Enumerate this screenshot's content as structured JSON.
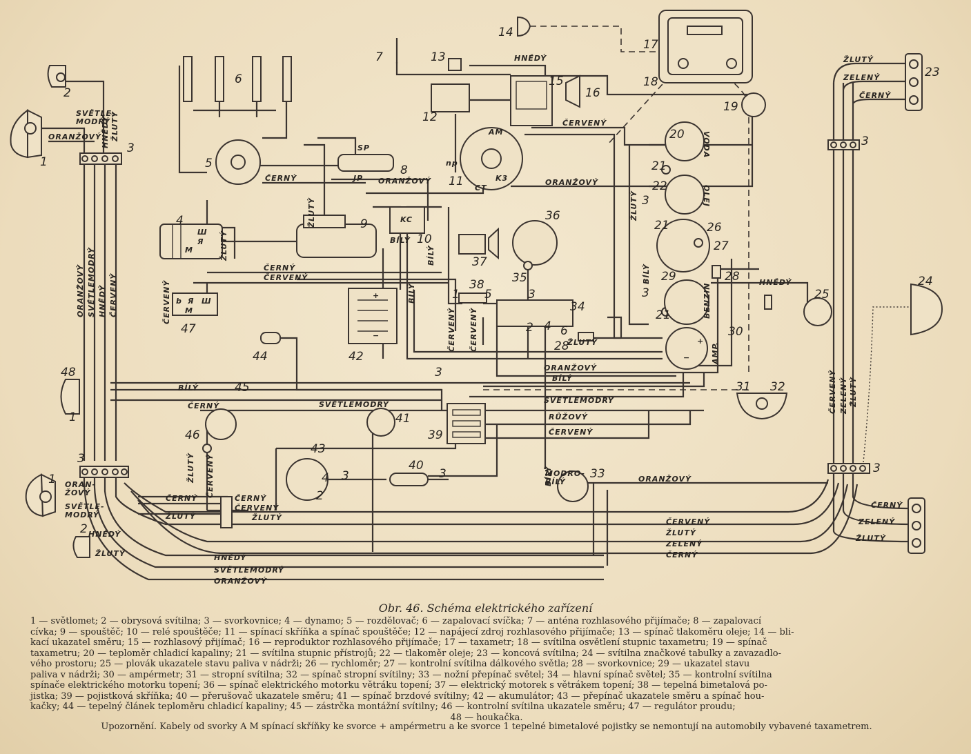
{
  "caption": "Obr. 46. Schéma elektrického zařízení",
  "legend_lines": [
    "1 — světlomet; 2 — obrysová svítilna; 3 — svorkovnice; 4 — dynamo; 5 — rozdělovač; 6 — zapalovací svíčka; 7 — anténa rozhlasového přijímače; 8 — zapalovací",
    "cívka; 9 — spouštěč; 10 — relé spouštěče; 11 — spínací skříňka a spínač spouštěče; 12 — napájecí zdroj rozhlasového přijímače; 13 — spínač tlakoměru oleje; 14 — bli-",
    "kací ukazatel směru; 15 — rozhlasový přijímač; 16 — reproduktor rozhlasového přijímače; 17 — taxametr; 18 — svítilna osvětlení stupnic taxametru; 19 — spínač",
    "taxametru; 20 — teploměr chladicí kapaliny; 21 — svítilna stupnic přístrojů; 22 — tlakoměr oleje; 23 — koncová svítilna; 24 — svítilna značkové tabulky a zavazadlo-",
    "vého prostoru; 25 — plovák ukazatele stavu paliva v nádrži; 26 — rychloměr; 27 — kontrolní svítilna dálkového světla; 28 — svorkovnice; 29 — ukazatel stavu",
    "paliva v nádrži; 30 — ampérmetr; 31 — stropní svítilna; 32 — spínač stropní svítilny; 33 — nožní přepínač světel; 34 — hlavní spínač světel; 35 — kontrolní svítilna",
    "spínače elektrického motorku topení; 36 — spínač elektrického motorku větráku topení; 37 — elektrický motorek s větrákem topení; 38 — tepelná bimetalová po-",
    "jistka; 39 — pojistková skříňka; 40 — přerušovač ukazatele směru; 41 — spínač brzdové svítilny; 42 — akumulátor; 43 — přepínač ukazatele směru a spínač hou-",
    "kačky; 44 — tepelný článek teploměru chladicí kapaliny; 45 — zástrčka montážní svítilny; 46 — kontrolní svítilna ukazatele směru; 47 — regulátor proudu;",
    "48 — houkačka."
  ],
  "note": "Upozornění. Kabely od svorky A M spínací skříňky ke svorce + ampérmetru a ke svorce 1 tepelné bimetalové pojistky se nemontují na automobily vybavené taxametrem.",
  "labels": {
    "n1a": "1",
    "n2a": "2",
    "n3a": "3",
    "n4": "4",
    "n5": "5",
    "n6": "6",
    "n7": "7",
    "n8": "8",
    "n9": "9",
    "n10": "10",
    "n11": "11",
    "n12": "12",
    "n13": "13",
    "n14": "14",
    "n15": "15",
    "n16": "16",
    "n17": "17",
    "n18": "18",
    "n19": "19",
    "n20": "20",
    "n21a": "21",
    "n21b": "21",
    "n21c": "21",
    "n22": "22",
    "n23": "23",
    "n24": "24",
    "n25": "25",
    "n26": "26",
    "n27": "27",
    "n28a": "28",
    "n28b": "28",
    "n29": "29",
    "n30": "30",
    "n31": "31",
    "n32": "32",
    "n33": "33",
    "n34": "34",
    "n35": "35",
    "n36": "36",
    "n37": "37",
    "n38": "38",
    "n39": "39",
    "n40": "40",
    "n41": "41",
    "n42": "42",
    "n43": "43",
    "n44": "44",
    "n45": "45",
    "n46": "46",
    "n47": "47",
    "n48": "48",
    "n1b": "1",
    "n2b": "2",
    "n3b": "3",
    "n3c": "3",
    "n3d": "3",
    "n3e": "3",
    "n3f": "3",
    "n3g": "3",
    "n3h": "3",
    "n3i": "3",
    "n5b": "5",
    "n6b": "6",
    "n1c": "1",
    "n2c": "2",
    "n4b": "4",
    "n3j": "3",
    "n2d": "2",
    "n4c": "4",
    "n1d": "1",
    "t_am": "AM",
    "t_np": "np",
    "t_ct": "CT",
    "t_k3": "K3",
    "t_sp": "SP",
    "t_jp": "JP",
    "t_kc": "KC",
    "t_m1": "M",
    "t_sh1": "Ш",
    "t_ya1": "Я",
    "t_b": "b",
    "t_ya2": "Я",
    "t_sh2": "Ш",
    "t_m2": "M",
    "t_voda": "VODA",
    "t_olej": "OLEJ",
    "t_benzin": "BENZIN",
    "t_amp": "AMP.",
    "t_plus": "+",
    "t_minus": "−",
    "t_plus2": "+",
    "t_minus2": "−",
    "w_hnedy1": "HNĚDÝ",
    "w_cerveny1": "ČERVENÝ",
    "w_oranzovy1": "ORANŽOVÝ",
    "w_cerny1": "ČERNÝ",
    "w_oranzovy2": "ORANŽOVÝ",
    "w_svetlemodry1": "SVĚTLE-",
    "w_svetlemodry1b": "MODRÝ",
    "w_oranzovy3": "ORANŽOVÝ",
    "w_hnedy2": "HNĚDÝ",
    "w_zluty1": "ŽLUTÝ",
    "w_zluty2": "ŽLUTÝ",
    "w_zeleny1": "ZELENÝ",
    "w_cerny2": "ČERNÝ",
    "w_zluty3": "ŽLUTÝ",
    "w_zluty4": "ŽLUTÝ",
    "w_bily1": "BÍLÝ",
    "w_bily2": "BÍLÝ",
    "w_cerny3": "ČERNÝ",
    "w_cerveny2": "ČERVENÝ",
    "w_cerveny3": "ČERVENÝ",
    "w_cerveny4": "ČERVENÝ",
    "w_zluty5": "ŽLUTÝ",
    "w_bily3": "BÍLÝ",
    "w_bily4": "BÍLÝ",
    "w_hnedy3": "HNĚDÝ",
    "w_cerveny5": "ČERVENÝ",
    "w_cerveny6": "ČERVENÝ",
    "w_zluty6": "ŽLUTÝ",
    "w_oranzovy4": "ORANŽOVÝ",
    "w_bily5": "BÍLÝ",
    "w_bily6": "BÍLÝ",
    "w_svetlemodry2": "SVĚTLEMODRÝ",
    "w_svetlemodry3": "SVĚTLEMODRÝ",
    "w_ruzovy": "RŮŽOVÝ",
    "w_cerveny7": "ČERVENÝ",
    "w_cerny4": "ČERNÝ",
    "w_svetlemodry4": "SVĚTLEMODRÝ",
    "w_zluty7": "ŽLUTÝ",
    "w_cerveny8": "ČERVENÝ",
    "w_cerny5": "ČERNÝ",
    "w_cerveny9": "ČERVENÝ",
    "w_zluty8": "ŽLUTÝ",
    "w_oranzovy5": "ORANŽOVÝ",
    "w_svetle2": "SVĚTLE-",
    "w_modry2": "MODRÝ",
    "w_hnedy4": "HNĚDÝ",
    "w_zluty9": "ŽLUTÝ",
    "w_modrobily1": "MODRO-",
    "w_modrobily2": "BÍLÝ",
    "w_bily7": "BÍLÝ",
    "w_oranzovy6": "ORANŽOVÝ",
    "w_cerveny10": "ČERVENÝ",
    "w_zluty10": "ŽLUTÝ",
    "w_zeleny2": "ZELENÝ",
    "w_cerny6": "ČERNÝ",
    "w_hnedy5": "HNĚDÝ",
    "w_svetlemodry5": "SVĚTLEMODRÝ",
    "w_oranzovy7": "ORANŽOVÝ",
    "w_cerveny11": "ČERVENÝ",
    "w_zeleny3": "ZELENÝ",
    "w_zluty11": "ŽLUTÝ",
    "w_cerny7": "ČERNÝ",
    "w_zluty12": "ŽLUTÝ",
    "w_zeleny4": "ZELENÝ",
    "w_cerveny12": "ČERVENÝ",
    "w_oranzovy8": "ORANŽOVÝ",
    "w_svetlemodry6": "SVĚTLEMODRÝ",
    "w_hnedy6": "HNĚDÝ",
    "w_cerveny13": "ČERVENÝ",
    "w_oranz2": "ORAN-",
    "w_zovy2": "ŽOVÝ"
  }
}
